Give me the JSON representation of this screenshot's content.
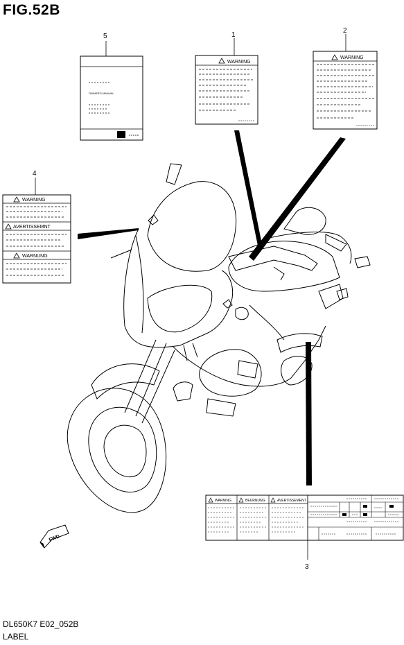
{
  "figure": {
    "title": "FIG.52B",
    "code": "DL650K7 E02_052B",
    "label": "LABEL"
  },
  "callouts": [
    "1",
    "2",
    "3",
    "4",
    "5"
  ],
  "warning_word": "WARNING",
  "label4": {
    "section_1": "WARNING",
    "section_2": "AVERTISSEMNT",
    "section_3": "WARNUNG"
  },
  "label3": {
    "col_1": "WARNING",
    "col_2": "BEURNUNG",
    "col_3": "AVERTISSEMENT"
  },
  "manual": {
    "heading": "OWNER'S MANUAL"
  },
  "fwd_marker": "FWD"
}
